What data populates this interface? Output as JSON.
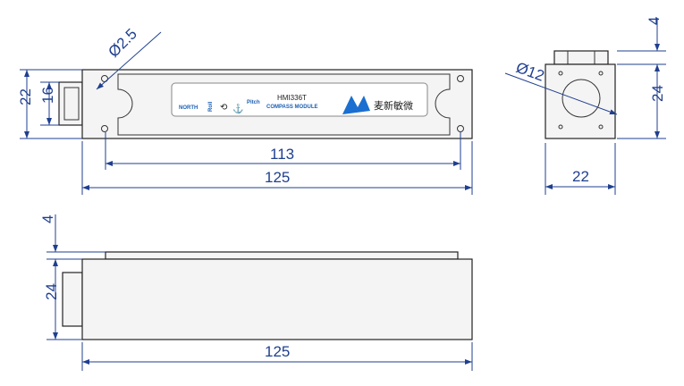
{
  "label": {
    "north": "NORTH",
    "roll": "Roll",
    "pitch": "Pitch",
    "model": "HMI336T",
    "product": "COMPASS MODULE",
    "brand": "麦新敏微"
  },
  "dimensions": {
    "top_height": "22",
    "connector_height": "16",
    "hole_dia": "Ø2.5",
    "hole_spacing": "113",
    "top_length": "125",
    "end_dia": "Ø12",
    "end_top": "4",
    "end_height": "24",
    "end_width": "22",
    "side_top": "4",
    "side_height": "24",
    "side_length": "125"
  },
  "colors": {
    "dimension": "#1f3f8f",
    "label_blue": "#1a5fb4"
  }
}
